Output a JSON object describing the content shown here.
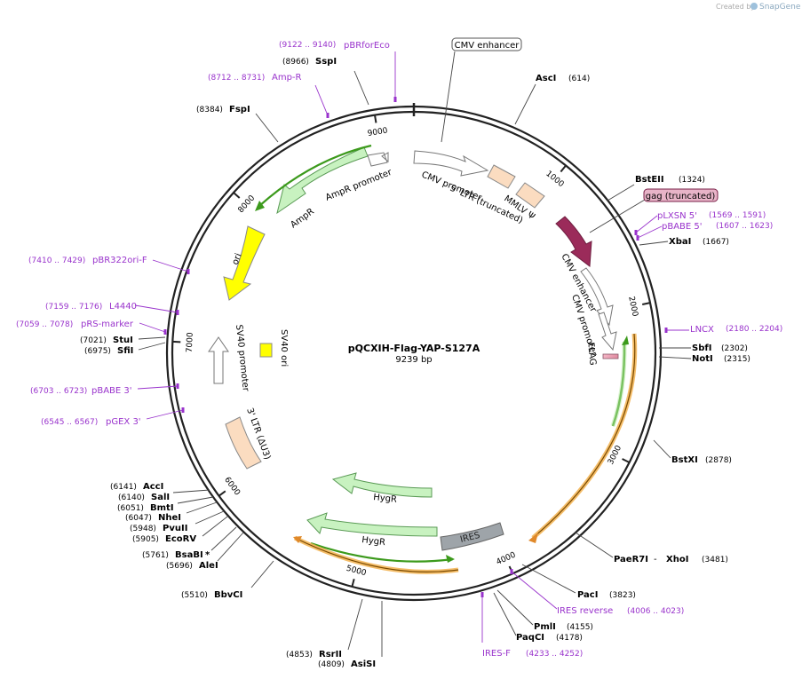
{
  "watermark": {
    "prefix": "Created by",
    "brand": "SnapGene"
  },
  "plasmid": {
    "name": "pQCXIH-Flag-YAP-S127A",
    "length_label": "9239 bp",
    "length": 9239
  },
  "colors": {
    "primer": "#9933cc",
    "site": "#000000",
    "ring": "#222222"
  },
  "ticks": [
    {
      "bp": 1000,
      "label": "1000"
    },
    {
      "bp": 2000,
      "label": "2000"
    },
    {
      "bp": 3000,
      "label": "3000"
    },
    {
      "bp": 4000,
      "label": "4000"
    },
    {
      "bp": 5000,
      "label": "5000"
    },
    {
      "bp": 6000,
      "label": "6000"
    },
    {
      "bp": 7000,
      "label": "7000"
    },
    {
      "bp": 8000,
      "label": "8000"
    },
    {
      "bp": 9000,
      "label": "9000"
    }
  ],
  "labels": {
    "sspi": {
      "name": "SspI",
      "pos": "(8966)",
      "kind": "site"
    },
    "pbrforeco": {
      "name": "pBRforEco",
      "pos": "(9122 .. 9140)",
      "kind": "primer"
    },
    "ampr_primer": {
      "name": "Amp-R",
      "pos": "(8712 .. 8731)",
      "kind": "primer"
    },
    "fspi": {
      "name": "FspI",
      "pos": "(8384)",
      "kind": "site"
    },
    "asci": {
      "name": "AscI",
      "pos": "(614)",
      "kind": "site"
    },
    "bsteii": {
      "name": "BstEII",
      "pos": "(1324)",
      "kind": "site"
    },
    "plxsn5": {
      "name": "pLXSN 5'",
      "pos": "(1569 .. 1591)",
      "kind": "primer"
    },
    "pbabe5": {
      "name": "pBABE 5'",
      "pos": "(1607 .. 1623)",
      "kind": "primer"
    },
    "xbai": {
      "name": "XbaI",
      "pos": "(1667)",
      "kind": "site"
    },
    "lncx": {
      "name": "LNCX",
      "pos": "(2180 .. 2204)",
      "kind": "primer"
    },
    "sbfi": {
      "name": "SbfI",
      "pos": "(2302)",
      "kind": "site"
    },
    "noti": {
      "name": "NotI",
      "pos": "(2315)",
      "kind": "site"
    },
    "bstxi": {
      "name": "BstXI",
      "pos": "(2878)",
      "kind": "site"
    },
    "paer7i": {
      "name": "PaeR7I",
      "mid": " - ",
      "name2": "XhoI",
      "pos": "(3481)",
      "kind": "site"
    },
    "paci": {
      "name": "PacI",
      "pos": "(3823)",
      "kind": "site"
    },
    "iresrev": {
      "name": "IRES reverse",
      "pos": "(4006 .. 4023)",
      "kind": "primer"
    },
    "pmli": {
      "name": "PmlI",
      "pos": "(4155)",
      "kind": "site"
    },
    "paqci": {
      "name": "PaqCI",
      "pos": "(4178)",
      "kind": "site"
    },
    "iresf": {
      "name": "IRES-F",
      "pos": "(4233 .. 4252)",
      "kind": "primer"
    },
    "rsrii": {
      "name": "RsrII",
      "pos": "(4853)",
      "kind": "site"
    },
    "asisi": {
      "name": "AsiSI",
      "pos": "(4809)",
      "kind": "site"
    },
    "bbvci": {
      "name": "BbvCI",
      "pos": "(5510)",
      "kind": "site"
    },
    "alei": {
      "name": "AleI",
      "pos": "(5696)",
      "kind": "site"
    },
    "bsabi": {
      "name": "BsaBI",
      "suffix": " *",
      "pos": "(5761)",
      "kind": "site"
    },
    "ecorv": {
      "name": "EcoRV",
      "pos": "(5905)",
      "kind": "site"
    },
    "pvuii": {
      "name": "PvuII",
      "pos": "(5948)",
      "kind": "site"
    },
    "nhei": {
      "name": "NheI",
      "pos": "(6047)",
      "kind": "site"
    },
    "bmti": {
      "name": "BmtI",
      "pos": "(6051)",
      "kind": "site"
    },
    "sali": {
      "name": "SalI",
      "pos": "(6140)",
      "kind": "site"
    },
    "acci": {
      "name": "AccI",
      "pos": "(6141)",
      "kind": "site"
    },
    "pgex3": {
      "name": "pGEX 3'",
      "pos": "(6545 .. 6567)",
      "kind": "primer"
    },
    "pbabe3": {
      "name": "pBABE 3'",
      "pos": "(6703 .. 6723)",
      "kind": "primer"
    },
    "sfii": {
      "name": "SfiI",
      "pos": "(6975)",
      "kind": "site"
    },
    "stui": {
      "name": "StuI",
      "pos": "(7021)",
      "kind": "site"
    },
    "prsmarker": {
      "name": "pRS-marker",
      "pos": "(7059 .. 7078)",
      "kind": "primer"
    },
    "l4440": {
      "name": "L4440",
      "pos": "(7159 .. 7176)",
      "kind": "primer"
    },
    "pbr322ori": {
      "name": "pBR322ori-F",
      "pos": "(7410 .. 7429)",
      "kind": "primer"
    }
  },
  "features": {
    "cmv_enhancer_box": "CMV enhancer",
    "gag_box": "gag (truncated)",
    "cmv_promoter_top": "CMV promoter",
    "ltr5": "5' LTR (truncated)",
    "mmlv": "MMLV Ψ",
    "cmv_enhancer_in": "CMV enhancer",
    "cmv_promoter_in": "CMV promoter",
    "flag": "FLAG",
    "hygr1": "HygR",
    "hygr2": "HygR",
    "ires": "IRES",
    "ltr3": "3' LTR (ΔU3)",
    "sv40_promoter": "SV40 promoter",
    "sv40_ori": "SV40 ori",
    "ori": "ori",
    "ampr": "AmpR",
    "ampr_promoter": "AmpR promoter"
  }
}
